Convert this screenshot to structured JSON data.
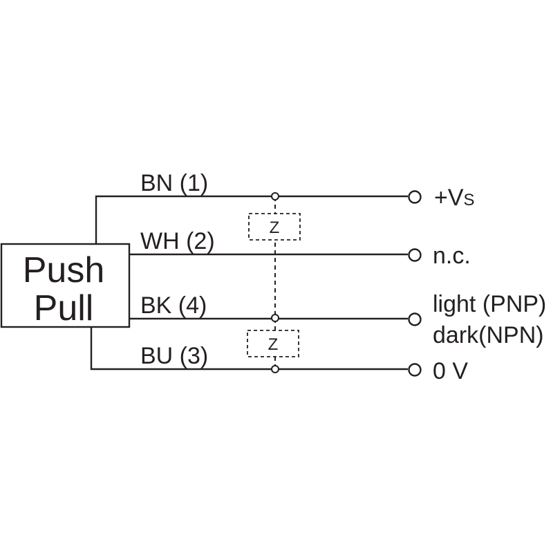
{
  "device": {
    "line1": "Push",
    "line2": "Pull"
  },
  "wires": [
    {
      "label": "BN (1)",
      "terminal": "+V",
      "terminal_sub": "S"
    },
    {
      "label": "WH (2)",
      "terminal": "n.c."
    },
    {
      "label": "BK (4)",
      "terminal": "light (PNP)",
      "terminal_line2": "dark(NPN)"
    },
    {
      "label": "BU (3)",
      "terminal": "0 V"
    }
  ],
  "loads": [
    {
      "label": "Z"
    },
    {
      "label": "Z"
    }
  ],
  "colors": {
    "line": "#231f20",
    "background": "#ffffff"
  }
}
